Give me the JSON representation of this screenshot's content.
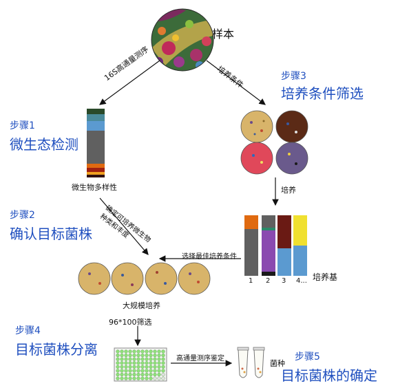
{
  "sample_label": "样本",
  "arrow_left_label": "16S高通量测序",
  "arrow_right_label": "培养条件",
  "step1": {
    "num": "步骤1",
    "title": "微生态检测",
    "caption": "微生物多样性"
  },
  "step2": {
    "num": "步骤2",
    "title": "确认目标菌株",
    "arrow_label_line1": "确定可培养微生物",
    "arrow_label_line2": "种类和丰度"
  },
  "step3": {
    "num": "步骤3",
    "title": "培养条件筛选",
    "arrow_label": "培养",
    "media_label": "培养基",
    "tube_labels": [
      "1",
      "2",
      "3",
      "4..."
    ]
  },
  "select_label": "选择最佳培养条件",
  "large_scale_label": "大规模培养",
  "step4": {
    "num": "步骤4",
    "title": "目标菌株分离",
    "screen_label": "96*100筛选"
  },
  "step5": {
    "num": "步骤5",
    "title": "目标菌株的确定",
    "seq_label": "高通量测序鉴定",
    "strain_label": "菌种"
  },
  "colors": {
    "step_blue": "#1f4fbf",
    "plate_tan": "#d8b46a",
    "plate_brown": "#5b2a16",
    "plate_red": "#e0485a",
    "plate_purple": "#6a5a8c",
    "well_green": "#8fe07a"
  }
}
